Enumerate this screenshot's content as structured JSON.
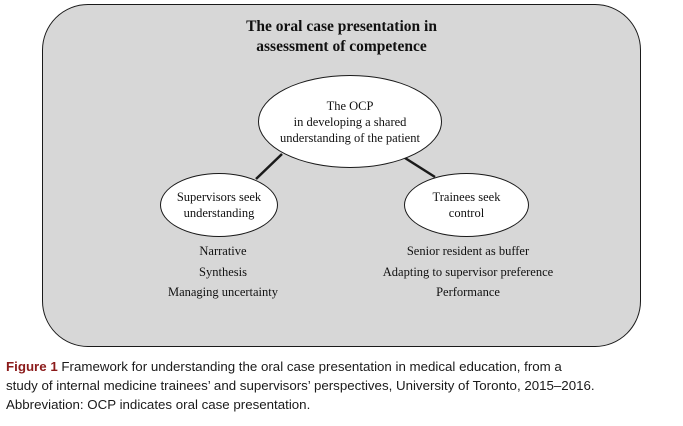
{
  "diagram": {
    "title_lines": [
      "The oral case presentation in",
      "assessment of competence"
    ],
    "center_node": {
      "lines": [
        "The OCP",
        "in developing a shared",
        "understanding of the patient"
      ]
    },
    "left_node": {
      "lines": [
        "Supervisors seek",
        "understanding"
      ],
      "items": [
        "Narrative",
        "Synthesis",
        "Managing uncertainty"
      ]
    },
    "right_node": {
      "lines": [
        "Trainees seek",
        "control"
      ],
      "items": [
        "Senior resident as buffer",
        "Adapting to supervisor preference",
        "Performance"
      ]
    },
    "colors": {
      "frame_fill": "#d7d7d7",
      "node_fill": "#ffffff",
      "caption_label": "#8b1a1a"
    }
  },
  "caption": {
    "label": "Figure 1",
    "line1_rest": " Framework for understanding the oral case presentation in medical education, from a",
    "line2": "study of internal medicine trainees’ and supervisors’ perspectives, University of Toronto, 2015–2016.",
    "line3": "Abbreviation: OCP indicates oral case presentation."
  }
}
